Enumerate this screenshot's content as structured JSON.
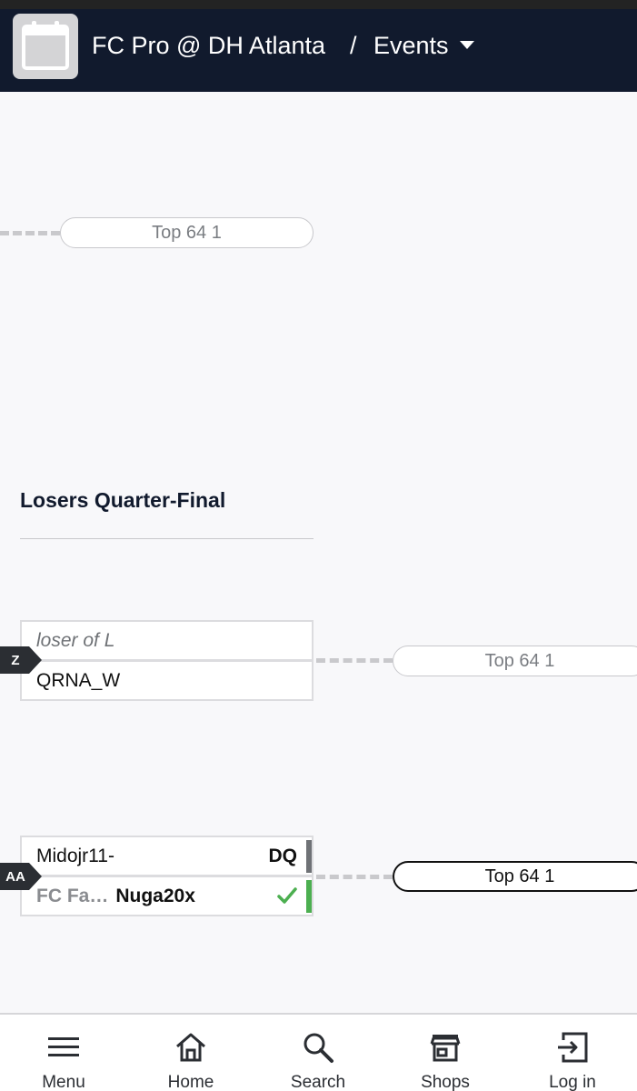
{
  "header": {
    "event_name": "FC Pro @ DH Atlanta",
    "separator": "/",
    "section": "Events",
    "app_icon": "calendar-icon",
    "dropdown_icon": "caret-down-icon"
  },
  "bracket": {
    "top_pill": {
      "label": "Top 64 1"
    },
    "round_title": "Losers Quarter-Final",
    "matches": [
      {
        "tag": "Z",
        "top_slot": {
          "text": "loser of L"
        },
        "bottom_slot": {
          "name": "QRNA_W"
        },
        "next_pill": "Top 64 1"
      },
      {
        "tag": "AA",
        "top_slot": {
          "name": "Midojr11-",
          "score": "DQ"
        },
        "bottom_slot": {
          "prefix": "FC Fa…",
          "name": "Nuga20x",
          "result_icon": "checkmark-icon"
        },
        "next_pill": "Top 64 1"
      }
    ]
  },
  "nav": {
    "items": [
      {
        "label": "Menu",
        "icon": "hamburger-icon"
      },
      {
        "label": "Home",
        "icon": "home-icon"
      },
      {
        "label": "Search",
        "icon": "search-icon"
      },
      {
        "label": "Shops",
        "icon": "shop-icon"
      },
      {
        "label": "Log in",
        "icon": "login-icon"
      }
    ]
  },
  "colors": {
    "header_bg": "#111a2d",
    "canvas_bg": "#f8f8fa",
    "win_green": "#4caf50",
    "loss_grey": "#6f7276",
    "tag_bg": "#2b2e33"
  }
}
